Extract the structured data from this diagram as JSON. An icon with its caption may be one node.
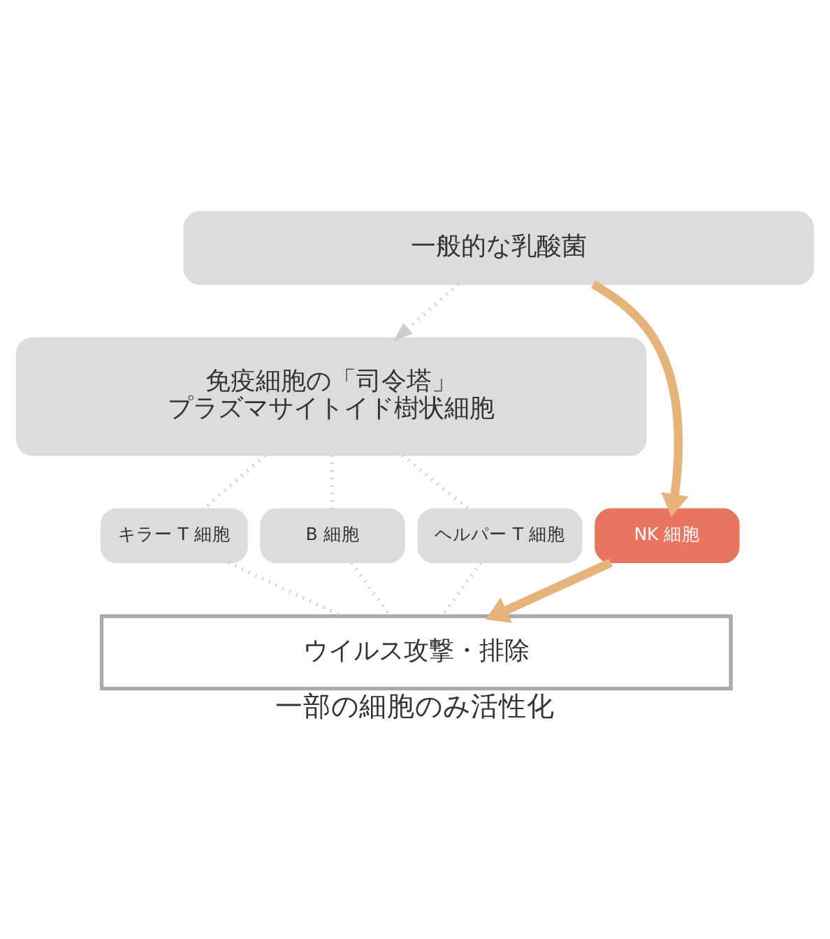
{
  "diagram": {
    "caption": "一部の細胞のみ活性化",
    "nodes": [
      {
        "text": [
          "一般的な乳酸菌"
        ]
      },
      {
        "text": [
          "免疫細胞の「司令塔」",
          "プラズマサイトイド樹状細胞"
        ]
      },
      {
        "text": [
          "NK 細胞"
        ]
      },
      {
        "text": [
          "キラー T 細胞"
        ]
      },
      {
        "text": [
          "B 細胞"
        ]
      },
      {
        "text": [
          "ヘルパー T 細胞"
        ]
      },
      {
        "text": [
          "ウイルス攻撃・排除"
        ]
      }
    ],
    "edges": [
      {
        "from": 0,
        "to": 2,
        "arrow": "to",
        "style": "thick",
        "color": "#e6b47a"
      },
      {
        "from": 0,
        "to": 1,
        "arrow": "to",
        "style": "dashed"
      },
      {
        "from": 1,
        "to": 3,
        "arrow": "none",
        "style": "dashed"
      },
      {
        "from": 1,
        "to": 4,
        "arrow": "none",
        "style": "dashed"
      },
      {
        "from": 1,
        "to": 5,
        "arrow": "none",
        "style": "dashed"
      },
      {
        "from": 2,
        "to": 6,
        "arrow": "to",
        "style": "thick",
        "color": "#e6b47a"
      },
      {
        "from": 3,
        "to": 6,
        "arrow": "none",
        "style": "dashed"
      },
      {
        "from": 4,
        "to": 6,
        "arrow": "none",
        "style": "dashed"
      },
      {
        "from": 5,
        "to": 6,
        "arrow": "none",
        "style": "dashed"
      }
    ]
  }
}
